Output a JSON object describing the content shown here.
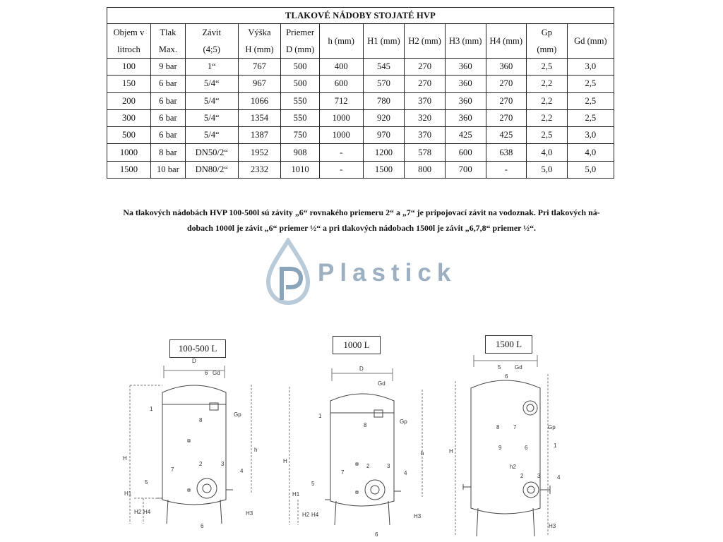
{
  "table": {
    "title": "TLAKOVÉ NÁDOBY STOJATÉ HVP",
    "headers": [
      [
        "Objem v",
        "litroch"
      ],
      [
        "Tlak",
        "Max."
      ],
      [
        "Závit",
        "(4;5)"
      ],
      [
        "Výška",
        "H (mm)"
      ],
      [
        "Priemer",
        "D (mm)"
      ],
      [
        "h (mm)"
      ],
      [
        "H1 (mm)"
      ],
      [
        "H2 (mm)"
      ],
      [
        "H3 (mm)"
      ],
      [
        "H4 (mm)"
      ],
      [
        "Gp",
        "(mm)"
      ],
      [
        "Gd (mm)"
      ]
    ],
    "rows": [
      [
        "100",
        "9 bar",
        "1“",
        "767",
        "500",
        "400",
        "545",
        "270",
        "360",
        "360",
        "2,5",
        "3,0"
      ],
      [
        "150",
        "6 bar",
        "5/4“",
        "967",
        "500",
        "600",
        "570",
        "270",
        "360",
        "270",
        "2,2",
        "2,5"
      ],
      [
        "200",
        "6 bar",
        "5/4“",
        "1066",
        "550",
        "712",
        "780",
        "370",
        "360",
        "270",
        "2,2",
        "2,5"
      ],
      [
        "300",
        "6 bar",
        "5/4“",
        "1354",
        "550",
        "1000",
        "920",
        "320",
        "360",
        "270",
        "2,2",
        "2,5"
      ],
      [
        "500",
        "6 bar",
        "5/4“",
        "1387",
        "750",
        "1000",
        "970",
        "370",
        "425",
        "425",
        "2,5",
        "3,0"
      ],
      [
        "1000",
        "8 bar",
        "DN50/2“",
        "1952",
        "908",
        "-",
        "1200",
        "578",
        "600",
        "638",
        "4,0",
        "4,0"
      ],
      [
        "1500",
        "10 bar",
        "DN80/2“",
        "2332",
        "1010",
        "-",
        "1500",
        "800",
        "700",
        "-",
        "5,0",
        "5,0"
      ]
    ]
  },
  "note": {
    "line1": "Na tlakových nádobách HVP 100-500l  sú závity „6“ rovnakého priemeru 2“ a „7“ je pripojovací závit na vodoznak. Pri tlakových ná-",
    "line2": "dobach 1000l je závit „6“ priemer ½“ a pri tlakových nádobach 1500l je závit „6,7,8“ priemer ½“."
  },
  "logo": {
    "text": "Plastick",
    "color": "#9cb0c2",
    "icon": "water-drop-p-icon"
  },
  "diagrams": [
    {
      "label": "100-500 L"
    },
    {
      "label": "1000 L"
    },
    {
      "label": "1500 L"
    }
  ],
  "dims": {
    "D": "D",
    "H": "H",
    "h": "h",
    "H1": "H1",
    "H2": "H2",
    "H3": "H3",
    "H4": "H4",
    "h2": "h2",
    "Gp": "Gp",
    "Gd": "Gd",
    "n1": "1",
    "n2": "2",
    "n3": "3",
    "n4": "4",
    "n5": "5",
    "n6": "6",
    "n7": "7",
    "n8": "8",
    "n9": "9"
  }
}
